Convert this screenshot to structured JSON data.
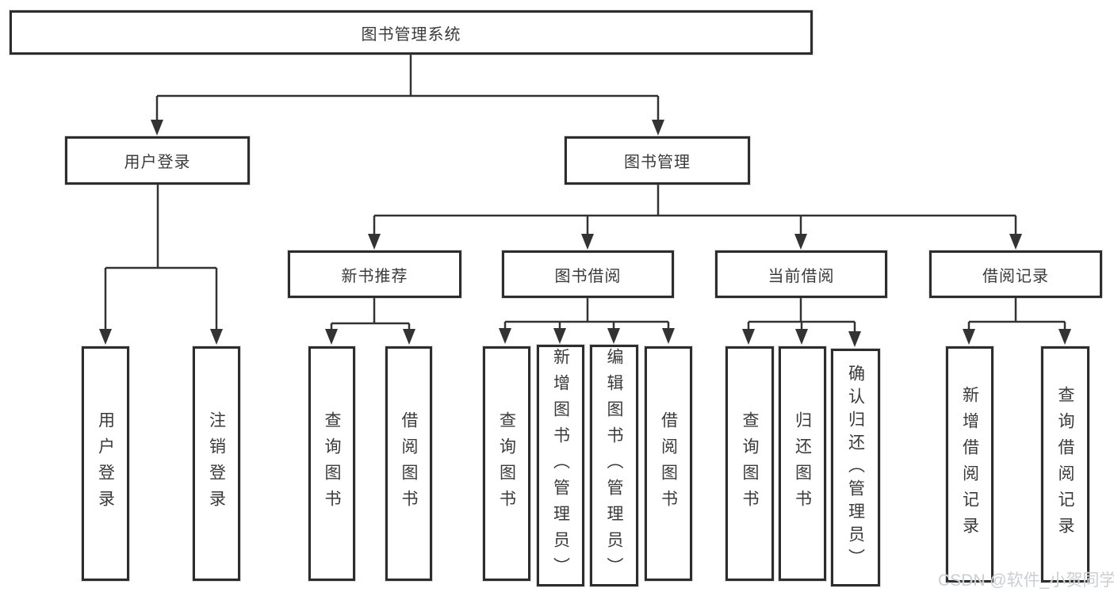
{
  "diagram": {
    "title": "图书管理系统",
    "branches": [
      {
        "label": "用户登录",
        "leaves": [
          "用户登录",
          "注销登录"
        ]
      },
      {
        "label": "图书管理",
        "sections": [
          {
            "label": "新书推荐",
            "leaves": [
              "查询图书",
              "借阅图书"
            ]
          },
          {
            "label": "图书借阅",
            "leaves": [
              "查询图书",
              "新增图书（管理员）",
              "编辑图书（管理员）",
              "借阅图书"
            ]
          },
          {
            "label": "当前借阅",
            "leaves": [
              "查询图书",
              "归还图书",
              "确认归还（管理员）"
            ]
          },
          {
            "label": "借阅记录",
            "leaves": [
              "新增借阅记录",
              "查询借阅记录"
            ]
          }
        ]
      }
    ]
  },
  "watermark": "CSDN @软件_小贺同学",
  "colors": {
    "line": "#333333",
    "border": "#2d2d2d",
    "text": "#3a3a3a",
    "watermark": "#cbced2",
    "background": "#ffffff"
  }
}
